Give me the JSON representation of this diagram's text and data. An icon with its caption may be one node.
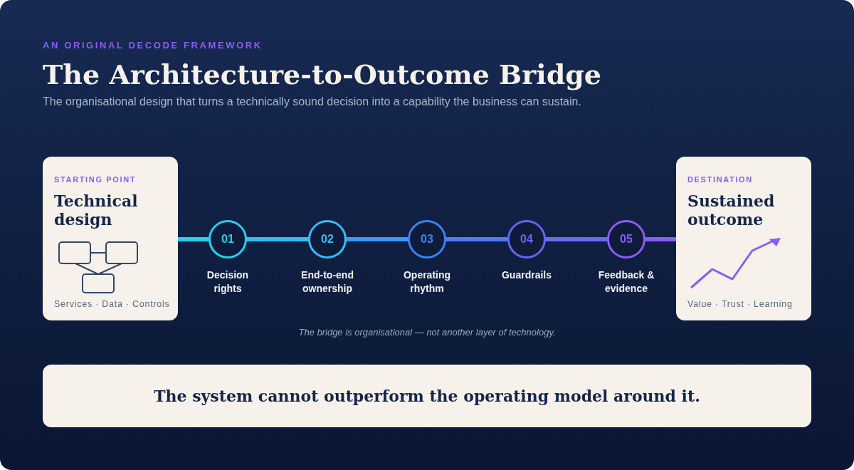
{
  "diagram": {
    "title": "The Architecture-to-Outcome Bridge",
    "nodes": [
      {
        "text": [
          "STARTING POINT",
          "Technical design",
          "Services · Data · Controls"
        ]
      },
      {
        "text": [
          "01"
        ],
        "beside": [
          "Decision rights"
        ]
      },
      {
        "text": [
          "02"
        ],
        "beside": [
          "End-to-end ownership"
        ]
      },
      {
        "text": [
          "03"
        ],
        "beside": [
          "Operating rhythm"
        ]
      },
      {
        "text": [
          "04"
        ],
        "beside": [
          "Guardrails"
        ]
      },
      {
        "text": [
          "05"
        ],
        "beside": [
          "Feedback & evidence"
        ]
      },
      {
        "text": [
          "DESTINATION",
          "Sustained outcome",
          "Value · Trust · Learning"
        ]
      },
      {
        "text": [
          "The system cannot outperform the operating model around it."
        ]
      }
    ],
    "edges": [
      {
        "from": 0,
        "to": 1,
        "arrow": "none",
        "color": "#22d3ee"
      },
      {
        "from": 1,
        "to": 2,
        "arrow": "none",
        "color": "#2cc2f2"
      },
      {
        "from": 2,
        "to": 3,
        "arrow": "none",
        "color": "#3b9af5"
      },
      {
        "from": 3,
        "to": 4,
        "arrow": "none",
        "color": "#4f7cf5"
      },
      {
        "from": 4,
        "to": 5,
        "arrow": "none",
        "color": "#6a6cf3"
      },
      {
        "from": 5,
        "to": 6,
        "arrow": "none",
        "color": "#8b5cf6"
      }
    ],
    "labels": [
      "AN ORIGINAL DECODE FRAMEWORK",
      "The organisational design that turns a technically sound decision into a capability the business can sustain.",
      "The bridge is organisational — not another layer of technology."
    ]
  }
}
